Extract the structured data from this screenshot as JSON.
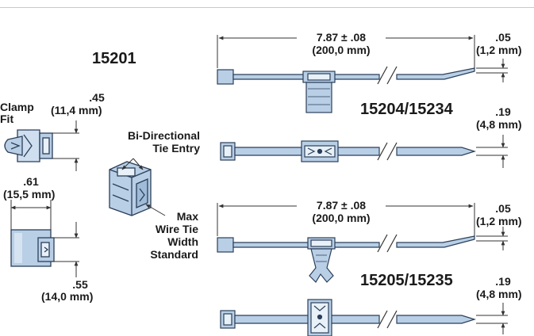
{
  "left": {
    "part_number": "15201",
    "clamp_fit": [
      "Clamp",
      "Fit"
    ],
    "dim_045": {
      "in": ".45",
      "mm": "(11,4 mm)"
    },
    "dim_061": {
      "in": ".61",
      "mm": "(15,5 mm)"
    },
    "dim_055": {
      "in": ".55",
      "mm": "(14,0 mm)"
    },
    "bi_directional": [
      "Bi-Directional",
      "Tie Entry"
    ],
    "max_width": [
      "Max",
      "Wire Tie",
      "Width",
      "Standard"
    ]
  },
  "top": {
    "length": {
      "in": "7.87 ± .08",
      "mm": "(200,0 mm)"
    },
    "thickness": {
      "in": ".05",
      "mm": "(1,2 mm)"
    },
    "part_number": "15204/15234",
    "width": {
      "in": ".19",
      "mm": "(4,8 mm)"
    }
  },
  "bottom": {
    "length": {
      "in": "7.87 ± .08",
      "mm": "(200,0 mm)"
    },
    "thickness": {
      "in": ".05",
      "mm": "(1,2 mm)"
    },
    "part_number": "15205/15235",
    "width": {
      "in": ".19",
      "mm": "(4,8 mm)"
    }
  },
  "colors": {
    "part_fill": "#b9cfe6",
    "part_stroke": "#2b3f59",
    "dim_line": "#333333"
  }
}
